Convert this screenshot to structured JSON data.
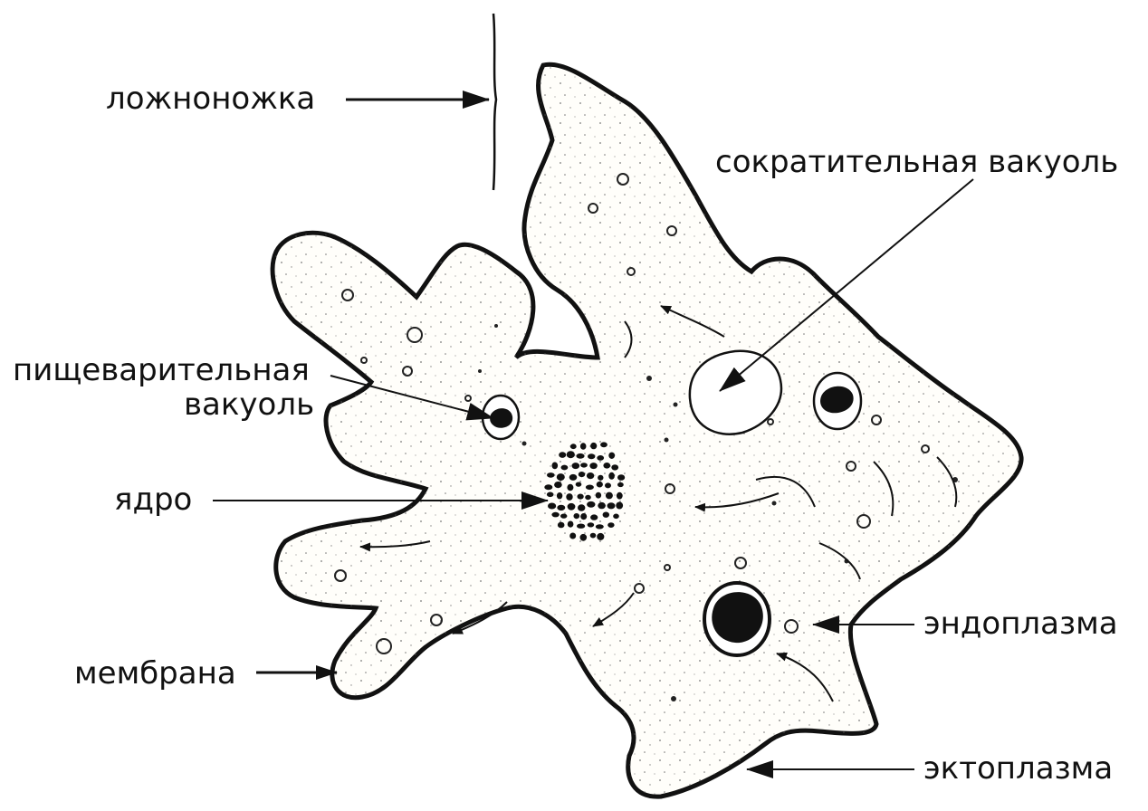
{
  "labels": {
    "pseudopod": "ложноножка",
    "contractile_vacuole": "сократительная вакуоль",
    "digestive_vacuole_line1": "пищеварительная",
    "digestive_vacuole_line2": "вакуоль",
    "nucleus": "ядро",
    "endoplasm": "эндоплазма",
    "membrane": "мембрана",
    "ectoplasm": "эктоплазма"
  }
}
